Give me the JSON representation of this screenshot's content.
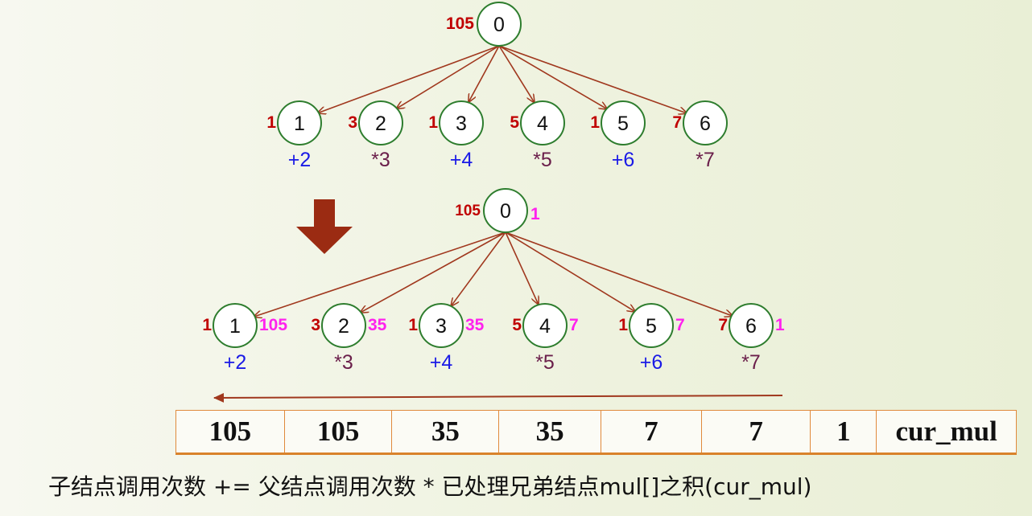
{
  "colors": {
    "node_stroke": "#2e7d2e",
    "edge": "#a0381e",
    "left_label": "#c00000",
    "right_label": "#ff22ee",
    "op_plus": "#1a1ae6",
    "op_mul": "#6a1e4a",
    "big_arrow": "#9b2b12",
    "table_border": "#e08a3c"
  },
  "tree_before": {
    "root": {
      "id": "0",
      "left": "105"
    },
    "children": [
      {
        "id": "1",
        "left": "1",
        "op": "+2"
      },
      {
        "id": "2",
        "left": "3",
        "op": "*3"
      },
      {
        "id": "3",
        "left": "1",
        "op": "+4"
      },
      {
        "id": "4",
        "left": "5",
        "op": "*5"
      },
      {
        "id": "5",
        "left": "1",
        "op": "+6"
      },
      {
        "id": "6",
        "left": "7",
        "op": "*7"
      }
    ]
  },
  "tree_after": {
    "root": {
      "id": "0",
      "left": "105",
      "right": "1"
    },
    "children": [
      {
        "id": "1",
        "left": "1",
        "right": "105",
        "op": "+2"
      },
      {
        "id": "2",
        "left": "3",
        "right": "35",
        "op": "*3"
      },
      {
        "id": "3",
        "left": "1",
        "right": "35",
        "op": "+4"
      },
      {
        "id": "4",
        "left": "5",
        "right": "7",
        "op": "*5"
      },
      {
        "id": "5",
        "left": "1",
        "right": "7",
        "op": "+6"
      },
      {
        "id": "6",
        "left": "7",
        "right": "1",
        "op": "*7"
      }
    ]
  },
  "table": {
    "cells": [
      "105",
      "105",
      "35",
      "35",
      "7",
      "7",
      "1",
      "cur_mul"
    ]
  },
  "caption": "子结点调用次数 += 父结点调用次数 * 已处理兄弟结点mul[]之积(cur_mul)"
}
